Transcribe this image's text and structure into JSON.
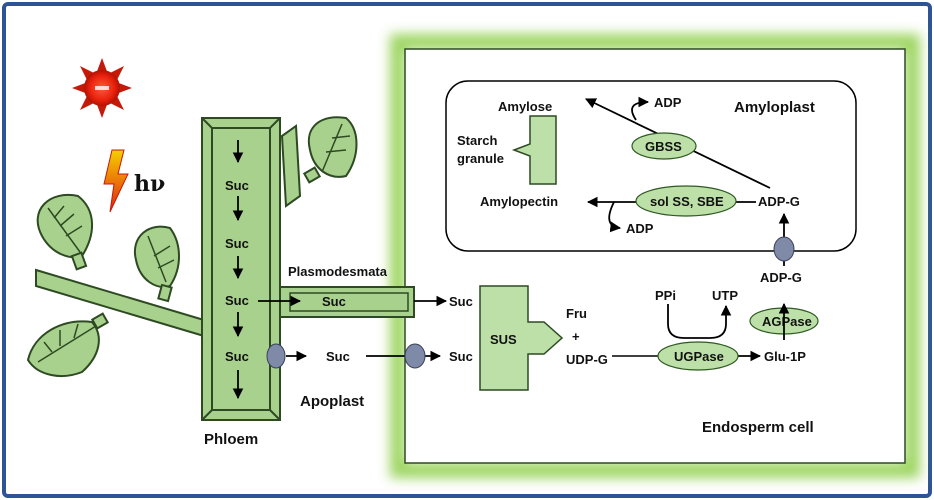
{
  "light": {
    "label": "hν"
  },
  "phloem": {
    "label": "Phloem",
    "suc_labels": [
      "Suc",
      "Suc",
      "Suc",
      "Suc"
    ]
  },
  "apoplast": {
    "label": "Apoplast",
    "suc": "Suc"
  },
  "plasmodesmata": {
    "label": "Plasmodesmata",
    "suc": "Suc"
  },
  "endosperm": {
    "label": "Endosperm cell",
    "suc_top": "Suc",
    "suc_bottom": "Suc",
    "sus": "SUS",
    "fru": "Fru",
    "plus": "+",
    "udpg": "UDP-G",
    "ugpase": "UGPase",
    "ppi": "PPi",
    "utp": "UTP",
    "glu1p": "Glu-1P",
    "agpase": "AGPase",
    "adpg": "ADP-G"
  },
  "amyloplast": {
    "label": "Amyloplast",
    "amylose": "Amylose",
    "adp_top": "ADP",
    "gbss": "GBSS",
    "starch_granule_line1": "Starch",
    "starch_granule_line2": "granule",
    "amylopectin": "Amylopectin",
    "sol_ss_sbe": "sol SS, SBE",
    "adpg": "ADP-G",
    "adp_bottom": "ADP"
  },
  "colors": {
    "frame": "#2f5496",
    "plant_green": "#a9d18e",
    "glow": "#92d050",
    "transporter": "#7f8aa8",
    "sun": "#e8200c"
  }
}
